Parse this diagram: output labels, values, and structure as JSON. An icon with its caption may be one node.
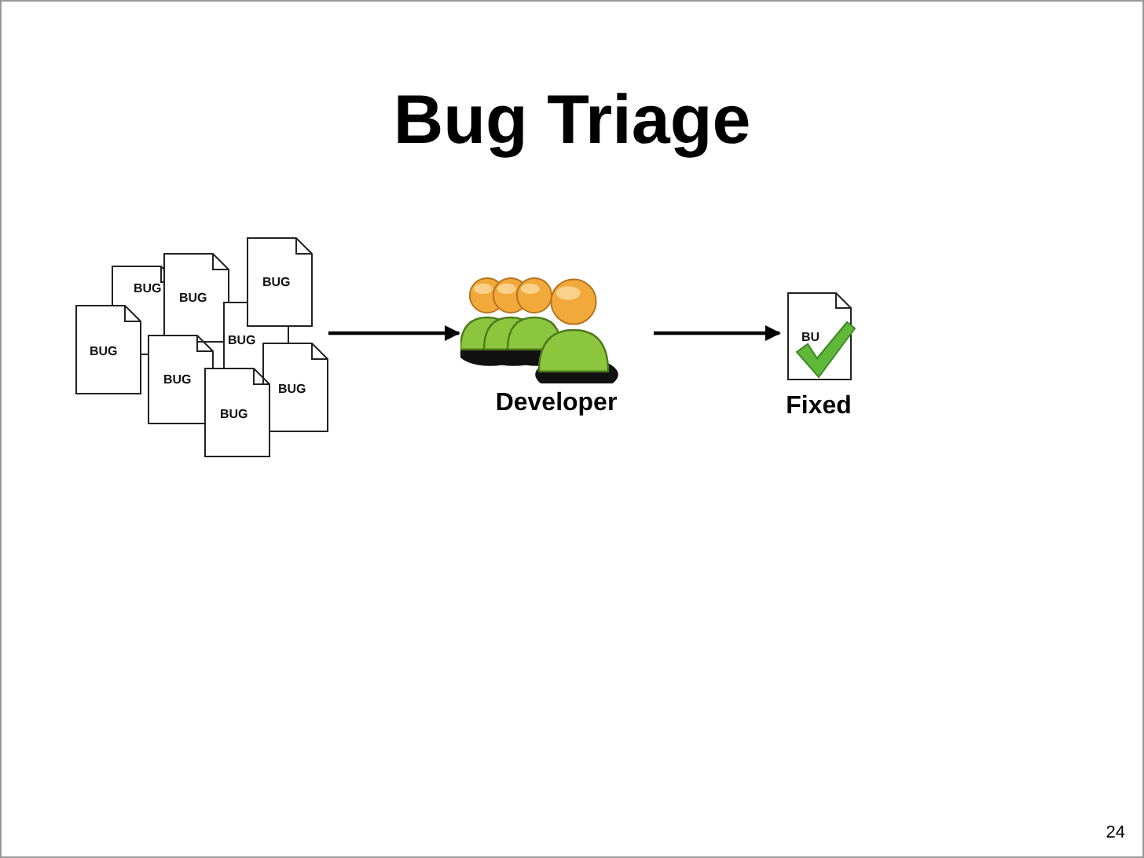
{
  "diagram": {
    "title": "Bug Triage",
    "nodes": [
      {
        "text": [],
        "shape": "picture"
      },
      {
        "text": [
          "BUG"
        ],
        "in": 0
      },
      {
        "text": [
          "BUG"
        ],
        "in": 0
      },
      {
        "text": [
          "BUG"
        ],
        "in": 0
      },
      {
        "text": [
          "BUG"
        ],
        "in": 0
      },
      {
        "text": [
          "BUG"
        ],
        "in": 0
      },
      {
        "text": [
          "BUG"
        ],
        "in": 0
      },
      {
        "text": [
          "BUG"
        ],
        "in": 0
      },
      {
        "text": [
          "BUG"
        ],
        "in": 0
      },
      {
        "text": [
          "Developer"
        ]
      },
      {
        "text": [
          "BU",
          "Fixed"
        ]
      }
    ],
    "edges": [
      {
        "from": 0,
        "to": 9,
        "arrow": "to"
      },
      {
        "from": 9,
        "to": 10,
        "arrow": "to"
      }
    ],
    "labels": [
      "24"
    ]
  }
}
